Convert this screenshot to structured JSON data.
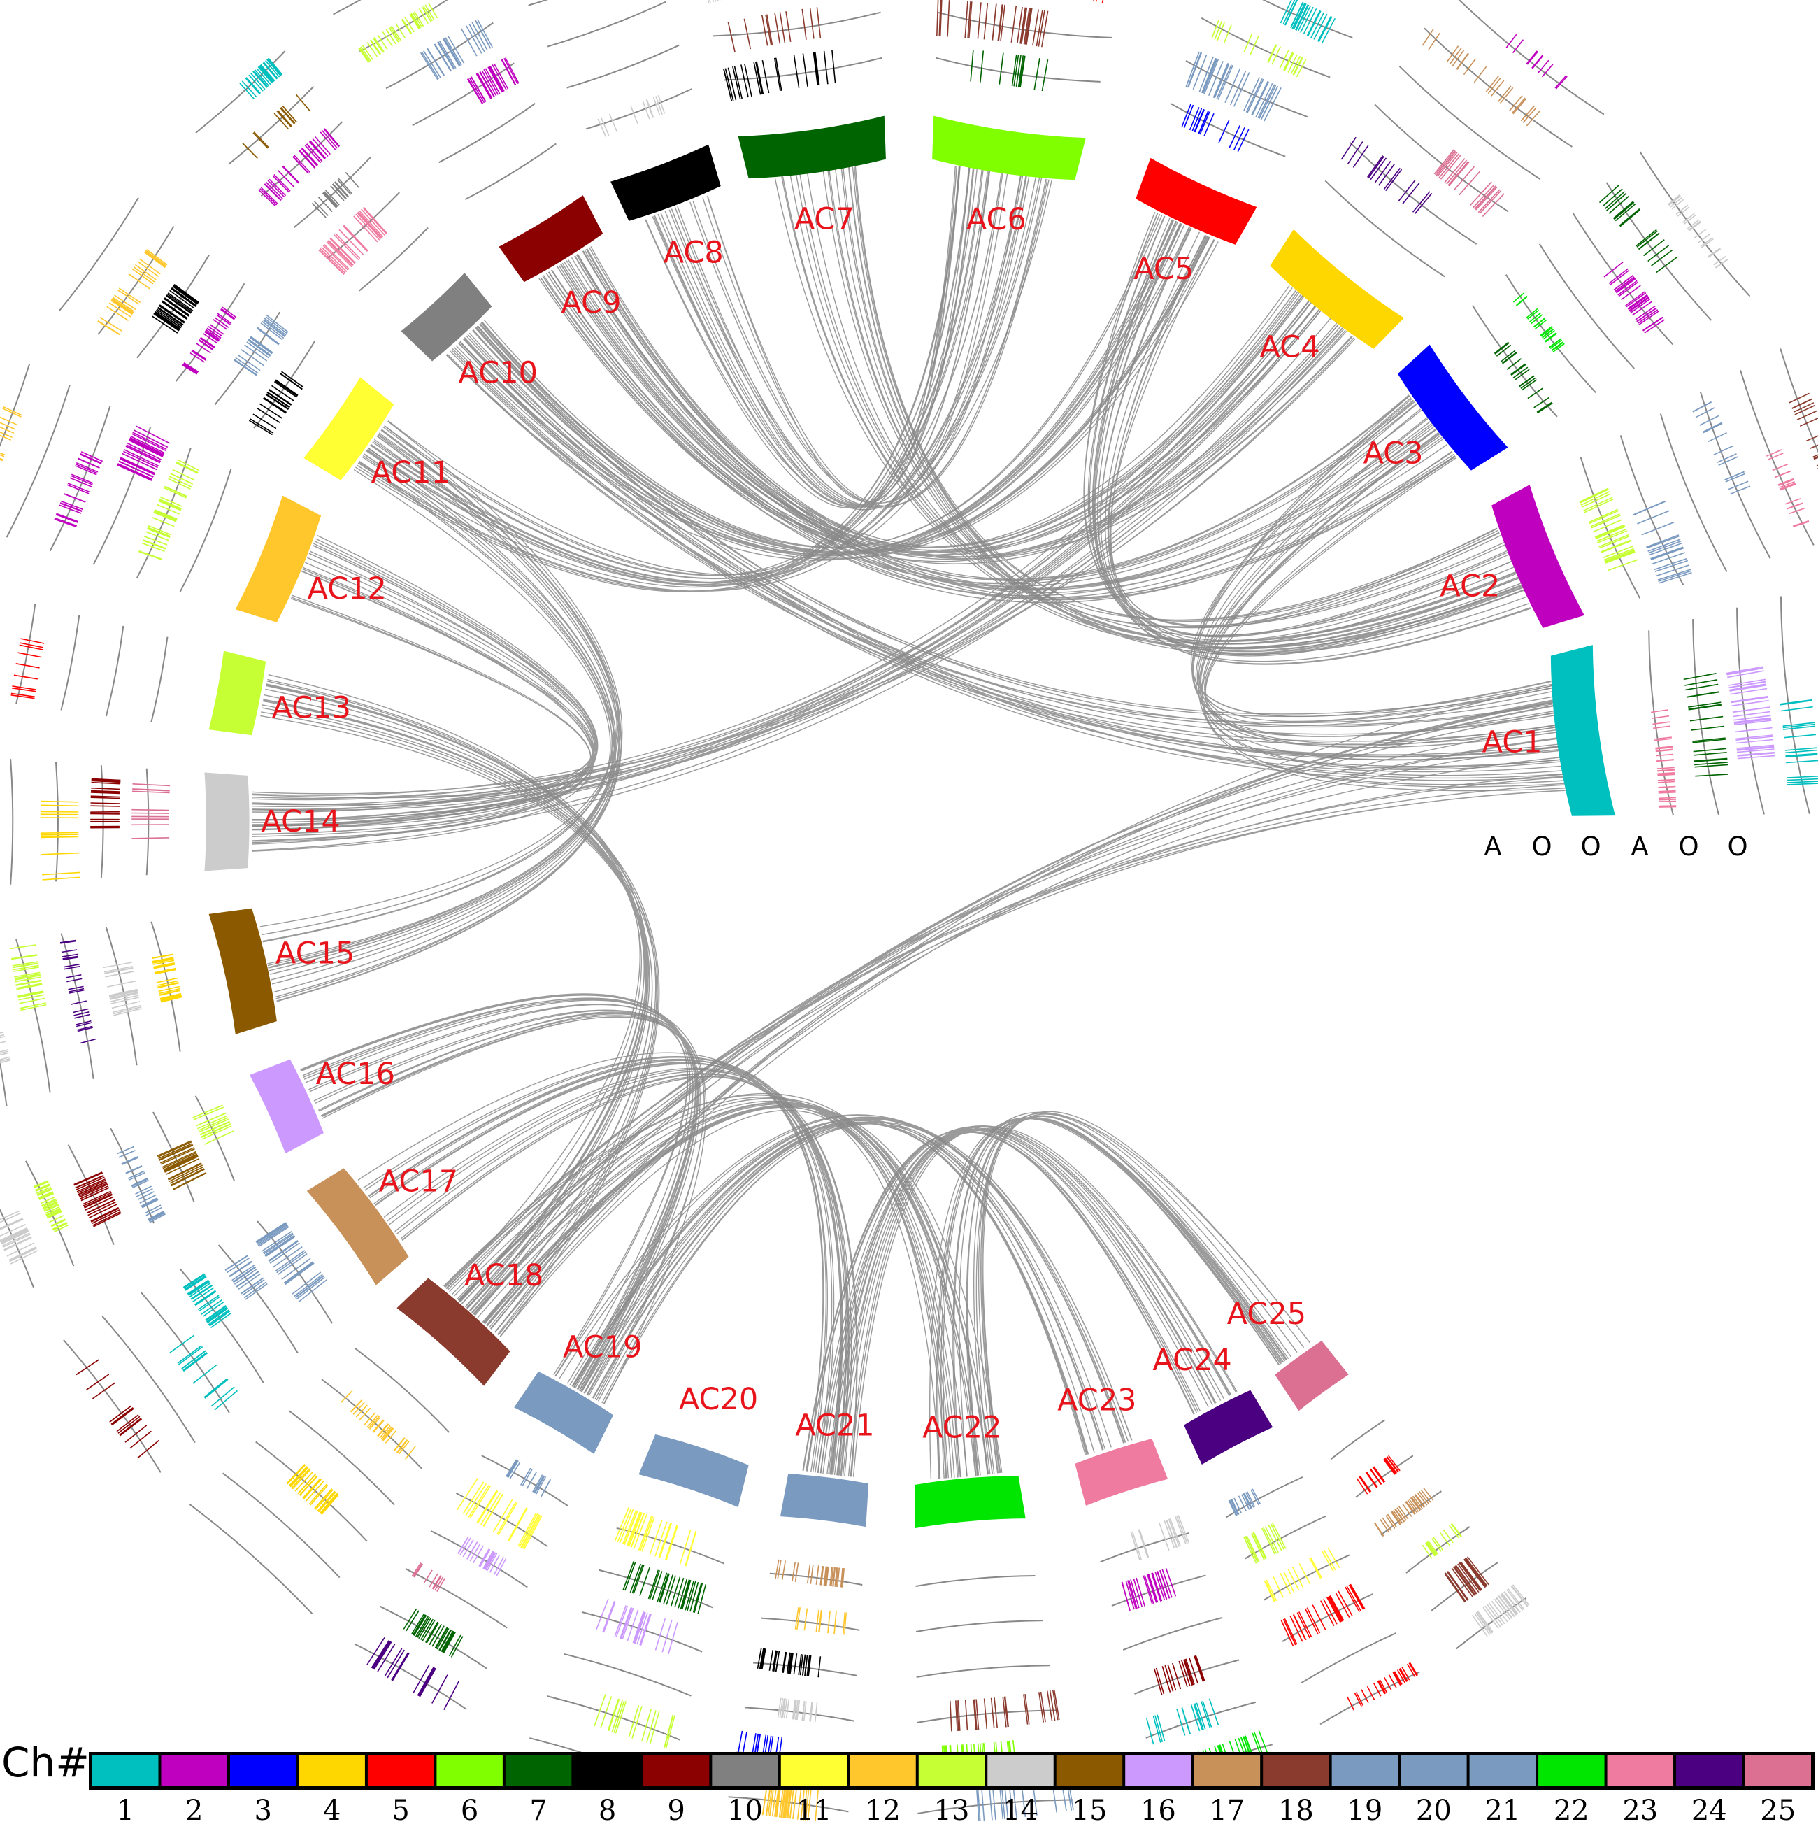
{
  "segments": [
    {
      "label": "AC1",
      "color": "#00BFBF"
    },
    {
      "label": "AC2",
      "color": "#BF00BF"
    },
    {
      "label": "AC3",
      "color": "#0000FF"
    },
    {
      "label": "AC4",
      "color": "#FFD700"
    },
    {
      "label": "AC5",
      "color": "#FF0000"
    },
    {
      "label": "AC6",
      "color": "#80FF00"
    },
    {
      "label": "AC7",
      "color": "#006400"
    },
    {
      "label": "AC8",
      "color": "#000000"
    },
    {
      "label": "AC9",
      "color": "#8B0000"
    },
    {
      "label": "AC10",
      "color": "#808080"
    },
    {
      "label": "AC11",
      "color": "#FFFF33"
    },
    {
      "label": "AC12",
      "color": "#FFC72C"
    },
    {
      "label": "AC13",
      "color": "#C6FF33"
    },
    {
      "label": "AC14",
      "color": "#CCCCCC"
    },
    {
      "label": "AC15",
      "color": "#8B5A00"
    },
    {
      "label": "AC16",
      "color": "#CC99FF"
    },
    {
      "label": "AC17",
      "color": "#C8915A"
    },
    {
      "label": "AC18",
      "color": "#8B3A2E"
    },
    {
      "label": "AC19",
      "color": "#7B9AC0"
    },
    {
      "label": "AC20",
      "color": "#7B9AC0"
    },
    {
      "label": "AC21",
      "color": "#7B9AC0"
    },
    {
      "label": "AC22",
      "color": "#00E600"
    },
    {
      "label": "AC23",
      "color": "#F07BA0"
    },
    {
      "label": "AC24",
      "color": "#4B0082"
    },
    {
      "label": "AC25",
      "color": "#DB7093"
    }
  ],
  "track_labels": [
    "A",
    "O",
    "O",
    "A",
    "O",
    "O"
  ],
  "link_color": "#888888",
  "legend": {
    "title": "Ch#",
    "items": [
      {
        "num": "1",
        "color": "#00BFBF"
      },
      {
        "num": "2",
        "color": "#BF00BF"
      },
      {
        "num": "3",
        "color": "#0000FF"
      },
      {
        "num": "4",
        "color": "#FFD700"
      },
      {
        "num": "5",
        "color": "#FF0000"
      },
      {
        "num": "6",
        "color": "#80FF00"
      },
      {
        "num": "7",
        "color": "#006400"
      },
      {
        "num": "8",
        "color": "#000000"
      },
      {
        "num": "9",
        "color": "#8B0000"
      },
      {
        "num": "10",
        "color": "#808080"
      },
      {
        "num": "11",
        "color": "#FFFF33"
      },
      {
        "num": "12",
        "color": "#FFC72C"
      },
      {
        "num": "13",
        "color": "#C6FF33"
      },
      {
        "num": "14",
        "color": "#CCCCCC"
      },
      {
        "num": "15",
        "color": "#8B5A00"
      },
      {
        "num": "16",
        "color": "#CC99FF"
      },
      {
        "num": "17",
        "color": "#C8915A"
      },
      {
        "num": "18",
        "color": "#8B3A2E"
      },
      {
        "num": "19",
        "color": "#7B9AC0"
      },
      {
        "num": "20",
        "color": "#7B9AC0"
      },
      {
        "num": "21",
        "color": "#7B9AC0"
      },
      {
        "num": "22",
        "color": "#00E600"
      },
      {
        "num": "23",
        "color": "#F07BA0"
      },
      {
        "num": "24",
        "color": "#4B0082"
      },
      {
        "num": "25",
        "color": "#DB7093"
      }
    ]
  }
}
